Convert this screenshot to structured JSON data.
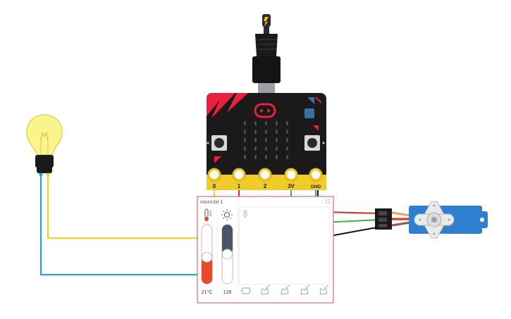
{
  "board": {
    "pins": [
      "0",
      "1",
      "2",
      "3V",
      "GND"
    ]
  },
  "sensor_panel": {
    "title": "micro:bit 1",
    "temperature": "21°C",
    "light": "128",
    "temperature_level": 0.45,
    "light_level": 0.5
  },
  "gestures": [
    "none",
    "shake",
    "tilt-left",
    "tilt-right",
    "tilt-up",
    "tilt-down"
  ],
  "colors": {
    "board_body": "#1a1a1a",
    "board_accent": "#e8213d",
    "pin_gold": "#f0cc2a",
    "wire_yellow": "#f2d22a",
    "wire_blue": "#2b9fd6",
    "wire_red": "#e02a2a",
    "wire_green": "#3ab54a",
    "wire_black": "#111111",
    "servo_blue": "#2f7fd0",
    "panel_border": "#d96b7b",
    "temp_fill": "#e8472a",
    "light_slider": "#4a5568"
  },
  "icons": {
    "usb_cable": "usb-cable-icon",
    "bulb": "light-bulb-icon",
    "servo": "servo-motor-icon",
    "thermometer": "thermometer-icon",
    "sun": "sun-icon"
  }
}
